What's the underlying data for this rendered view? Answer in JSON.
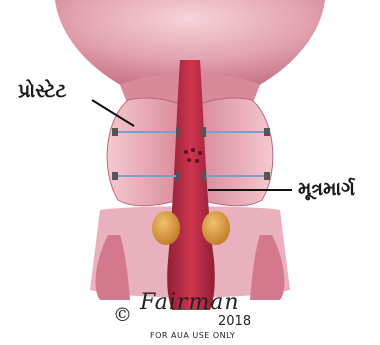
{
  "labels": {
    "prostate": "પ્રોસ્ટેટ",
    "urethra": "મૂત્રમાર્ગ"
  },
  "credit": {
    "copyright_symbol": "©",
    "artist_signature": "Fairman",
    "year": "2018",
    "usage_note": "FOR AUA USE ONLY"
  },
  "colors": {
    "tissue_dark": "#b33a52",
    "tissue_light": "#f0b8c2",
    "urethra": "#c4284a",
    "gland_yellow": "#d99a3a",
    "suture": "#7aa0c8"
  }
}
